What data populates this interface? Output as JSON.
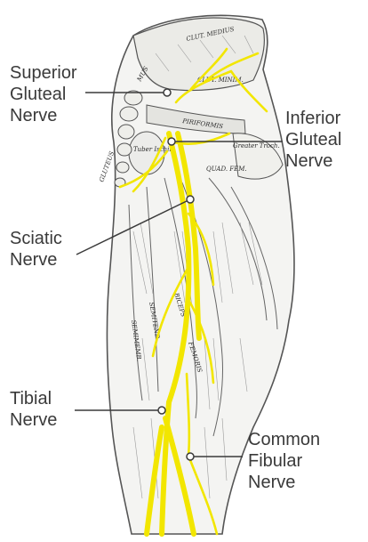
{
  "colors": {
    "nerve": "#f2e600",
    "nerve_outline": "#b8ab00",
    "ink": "#3a3a3a",
    "leader": "#3a3a3a"
  },
  "labels": {
    "superior_gluteal": [
      "Superior",
      "Gluteal",
      "Nerve"
    ],
    "inferior_gluteal": [
      "Inferior",
      "Gluteal",
      "Nerve"
    ],
    "sciatic": [
      "Sciatic",
      "Nerve"
    ],
    "tibial": [
      "Tibial",
      "Nerve"
    ],
    "common_fibular": [
      "Common",
      "Fibular",
      "Nerve"
    ]
  },
  "muscle_labels": {
    "glut_medius": "CLUT. MEDIUS",
    "glut_minimus": "CLUT. MINIM.",
    "piriformis": "PIRIFORMIS",
    "greater_troch": "Greater Troch.",
    "quad_fem": "QUAD. FEM.",
    "tuber_ischii": "Tuber Ischii",
    "gluteus": "GLUTEUS",
    "biceps": "BICEPS",
    "femoris": "FEMORIS",
    "semitend": "SEMITEND.",
    "semimemb": "SEMIMEMB.",
    "maximus": "MUS"
  }
}
